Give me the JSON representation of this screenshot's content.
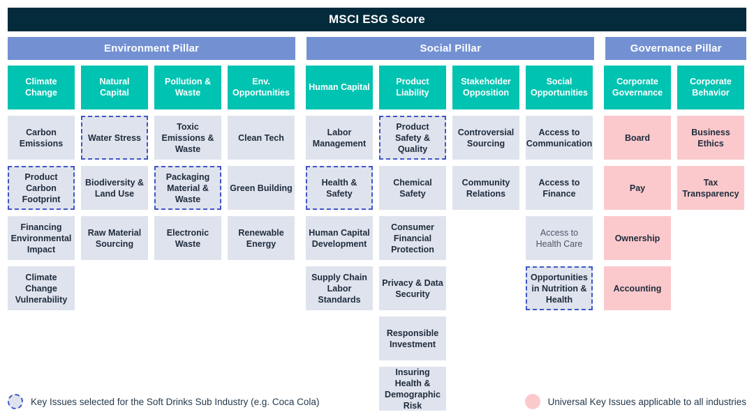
{
  "header": {
    "title": "MSCI ESG Score"
  },
  "pillars": [
    {
      "id": "environment",
      "label": "Environment Pillar"
    },
    {
      "id": "social",
      "label": "Social Pillar"
    },
    {
      "id": "governance",
      "label": "Governance Pillar"
    }
  ],
  "colors": {
    "title_bar": "#042B3C",
    "pillar_bar": "#7391D2",
    "category_header": "#00C3B1",
    "issue_card": "#DFE3ED",
    "universal_card": "#FBC9CC",
    "selected_outline": "#3F56C4",
    "text_dark": "#1E2B3C"
  },
  "columns": [
    {
      "pillar": "environment",
      "category": "Climate Change",
      "issues": [
        {
          "label": "Carbon Emissions",
          "selected": false,
          "universal": false
        },
        {
          "label": "Product Carbon Footprint",
          "selected": true,
          "universal": false
        },
        {
          "label": "Financing Environmental Impact",
          "selected": false,
          "universal": false
        },
        {
          "label": "Climate Change Vulnerability",
          "selected": false,
          "universal": false
        }
      ]
    },
    {
      "pillar": "environment",
      "category": "Natural Capital",
      "issues": [
        {
          "label": "Water Stress",
          "selected": true,
          "universal": false
        },
        {
          "label": "Biodiversity & Land Use",
          "selected": false,
          "universal": false
        },
        {
          "label": "Raw Material Sourcing",
          "selected": false,
          "universal": false
        }
      ]
    },
    {
      "pillar": "environment",
      "category": "Pollution & Waste",
      "issues": [
        {
          "label": "Toxic Emissions & Waste",
          "selected": false,
          "universal": false
        },
        {
          "label": "Packaging Material & Waste",
          "selected": true,
          "universal": false
        },
        {
          "label": "Electronic Waste",
          "selected": false,
          "universal": false
        }
      ]
    },
    {
      "pillar": "environment",
      "category": "Env. Opportunities",
      "issues": [
        {
          "label": "Clean Tech",
          "selected": false,
          "universal": false
        },
        {
          "label": "Green Building",
          "selected": false,
          "universal": false
        },
        {
          "label": "Renewable Energy",
          "selected": false,
          "universal": false
        }
      ]
    },
    {
      "pillar": "social",
      "category": "Human Capital",
      "issues": [
        {
          "label": "Labor Management",
          "selected": false,
          "universal": false
        },
        {
          "label": "Health & Safety",
          "selected": true,
          "universal": false
        },
        {
          "label": "Human Capital Development",
          "selected": false,
          "universal": false
        },
        {
          "label": "Supply Chain Labor Standards",
          "selected": false,
          "universal": false
        }
      ]
    },
    {
      "pillar": "social",
      "category": "Product Liability",
      "issues": [
        {
          "label": "Product Safety & Quality",
          "selected": true,
          "universal": false
        },
        {
          "label": "Chemical Safety",
          "selected": false,
          "universal": false
        },
        {
          "label": "Consumer Financial Protection",
          "selected": false,
          "universal": false
        },
        {
          "label": "Privacy  & Data Security",
          "selected": false,
          "universal": false
        },
        {
          "label": "Responsible Investment",
          "selected": false,
          "universal": false
        },
        {
          "label": "Insuring Health & Demographic Risk",
          "selected": false,
          "universal": false
        }
      ]
    },
    {
      "pillar": "social",
      "category": "Stakeholder Opposition",
      "issues": [
        {
          "label": "Controversial Sourcing",
          "selected": false,
          "universal": false
        },
        {
          "label": "Community Relations",
          "selected": false,
          "universal": false
        }
      ]
    },
    {
      "pillar": "social",
      "category": "Social Opportunities",
      "issues": [
        {
          "label": "Access to Communication",
          "selected": false,
          "universal": false
        },
        {
          "label": "Access to Finance",
          "selected": false,
          "universal": false
        },
        {
          "label": "Access to Health Care",
          "selected": false,
          "universal": false,
          "muted": true
        },
        {
          "label": "Opportunities in Nutrition & Health",
          "selected": true,
          "universal": false
        }
      ]
    },
    {
      "pillar": "governance",
      "category": "Corporate Governance",
      "issues": [
        {
          "label": "Board",
          "selected": false,
          "universal": true
        },
        {
          "label": "Pay",
          "selected": false,
          "universal": true
        },
        {
          "label": "Ownership",
          "selected": false,
          "universal": true
        },
        {
          "label": "Accounting",
          "selected": false,
          "universal": true
        }
      ]
    },
    {
      "pillar": "governance",
      "category": "Corporate Behavior",
      "issues": [
        {
          "label": "Business Ethics",
          "selected": false,
          "universal": true
        },
        {
          "label": "Tax Transparency",
          "selected": false,
          "universal": true
        }
      ]
    }
  ],
  "legend": [
    {
      "id": "selected",
      "style": "dashed-circle",
      "label": "Key Issues selected for the Soft Drinks Sub Industry (e.g. Coca Cola)"
    },
    {
      "id": "universal",
      "style": "pink-circle",
      "label": "Universal Key Issues applicable to all industries"
    }
  ]
}
